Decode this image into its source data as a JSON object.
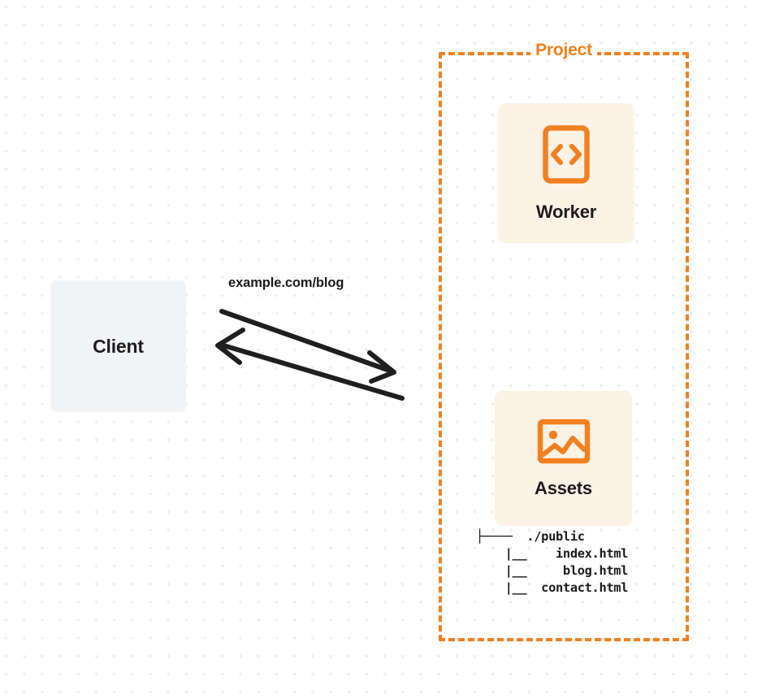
{
  "diagram": {
    "title_hidden": "",
    "client": {
      "label": "Client",
      "fill_color": "#F2F3F5"
    },
    "connection": {
      "label": "example.com/blog",
      "request_direction": "client-to-project",
      "response_direction": "project-to-client",
      "stroke_color": "#1F1F1F"
    },
    "project": {
      "label": "Project",
      "border_color": "#F38020",
      "border_style": "dashed"
    },
    "worker": {
      "label": "Worker",
      "icon": "code-brackets-icon",
      "fill_color": "#FDF2E6",
      "icon_color": "#F38020"
    },
    "assets": {
      "label": "Assets",
      "icon": "image-picture-icon",
      "fill_color": "#FDF2E6",
      "icon_color": "#F38020"
    },
    "file_tree": {
      "lines": [
        "├────  ./public",
        "    |__    index.html",
        "    |__     blog.html",
        "    |__  contact.html"
      ],
      "text": "├────  ./public\n    |__    index.html\n    |__     blog.html\n    |__  contact.html"
    }
  }
}
